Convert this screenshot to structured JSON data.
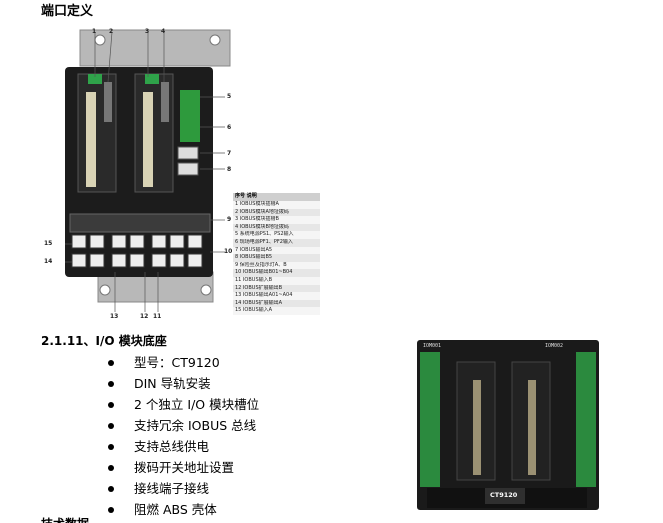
{
  "page_heading": "端口定义",
  "section_heading": "2.1.11、I/O 模块底座",
  "next_heading": "技术数据",
  "features": [
    "型号：CT9120",
    "DIN 导轨安装",
    "2 个独立 I/O 模块槽位",
    "支持冗余 IOBUS 总线",
    "支持总线供电",
    "拨码开关地址设置",
    "接线端子接线",
    "阻燃 ABS 壳体"
  ],
  "legend": {
    "header": "序号  说明",
    "rows": [
      "1   IOBUS模块插槽A",
      "2   IOBUS模块A地址拨码",
      "3   IOBUS模块插槽B",
      "4   IOBUS模块B地址拨码",
      "5   系统电源PS1、PS2输入",
      "6   现场电源PF1、PF2输入",
      "7   IOBUS输出A5",
      "8   IOBUS输出B5",
      "9   保险丝及指示灯A、B",
      "10  IOBUS输出B01~B04",
      "11  IOBUS输入B",
      "12  IOBUS扩展输出B",
      "13  IOBUS输出A01~A04",
      "14  IOBUS扩展输出A",
      "15  IOBUS输入A"
    ]
  },
  "callouts": {
    "c1": "1",
    "c2": "2",
    "c3": "3",
    "c4": "4",
    "c5": "5",
    "c6": "6",
    "c7": "7",
    "c8": "8",
    "c9": "9",
    "c10": "10",
    "c11": "11",
    "c12": "12",
    "c13": "13",
    "c14": "14",
    "c15": "15"
  },
  "photo": {
    "model_label": "CT9120",
    "left_slot": "IOM001",
    "right_slot": "IOM002"
  }
}
